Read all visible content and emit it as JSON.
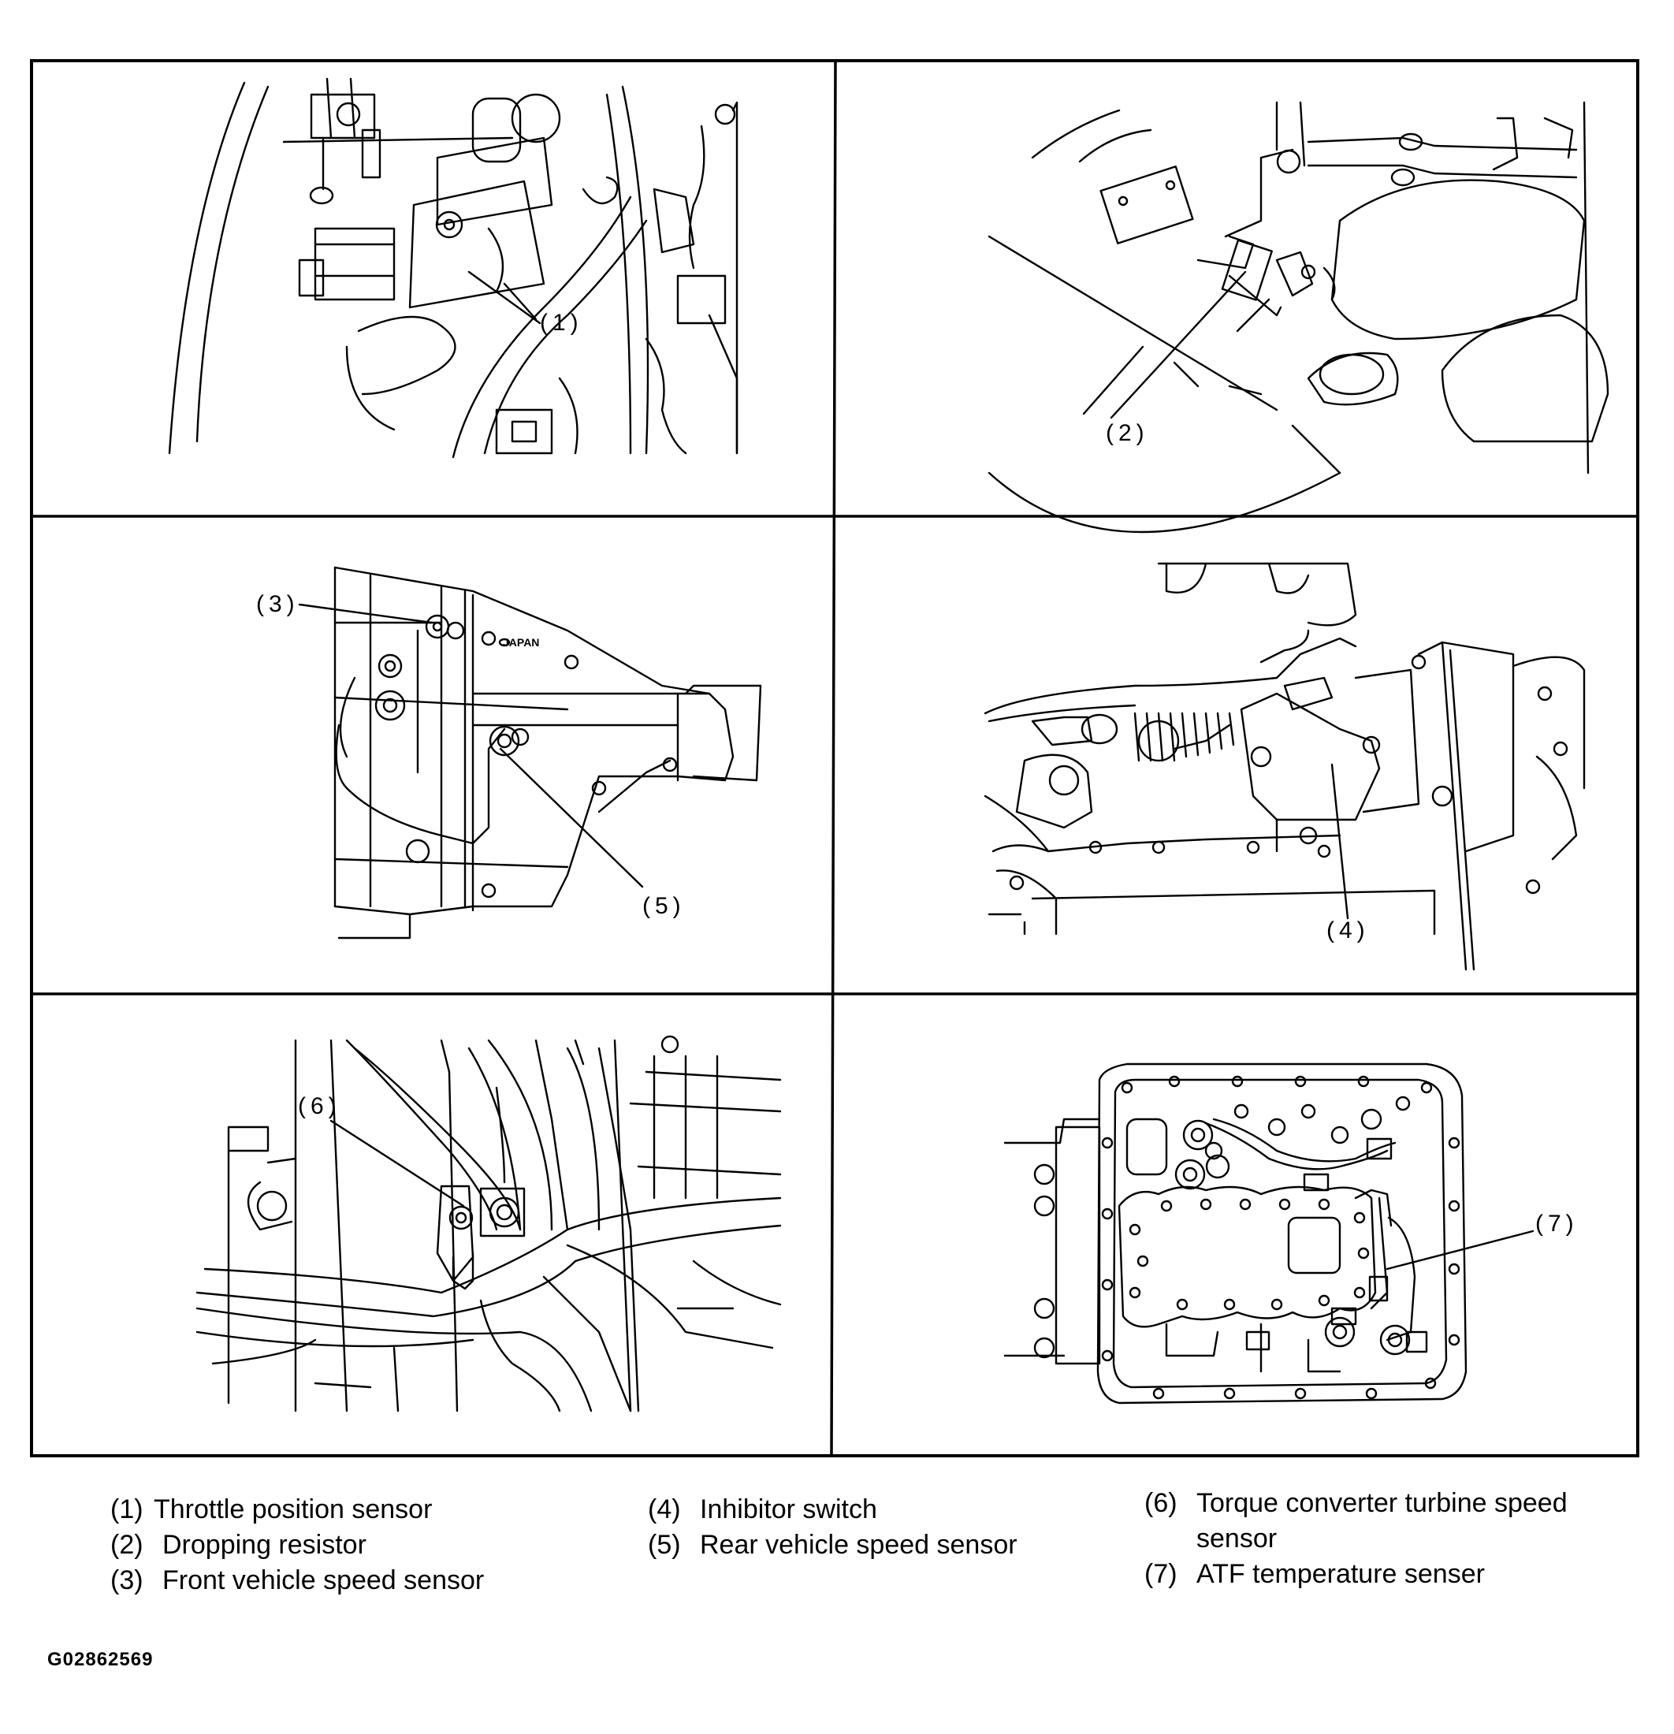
{
  "callouts": {
    "c1": "(1)",
    "c2": "(2)",
    "c3": "(3)",
    "c4": "(4)",
    "c5": "(5)",
    "c6": "(6)",
    "c7": "(7)"
  },
  "legend": [
    {
      "num": "(1)",
      "text": "Throttle position sensor"
    },
    {
      "num": "(2)",
      "text": "Dropping resistor"
    },
    {
      "num": "(3)",
      "text": "Front vehicle speed sensor"
    },
    {
      "num": "(4)",
      "text": "Inhibitor switch"
    },
    {
      "num": "(5)",
      "text": "Rear vehicle speed sensor"
    },
    {
      "num": "(6)",
      "text": "Torque converter turbine speed sensor"
    },
    {
      "num": "(7)",
      "text": "ATF temperature senser"
    }
  ],
  "image_code": "G02862569",
  "engraved_text": "JAPAN"
}
